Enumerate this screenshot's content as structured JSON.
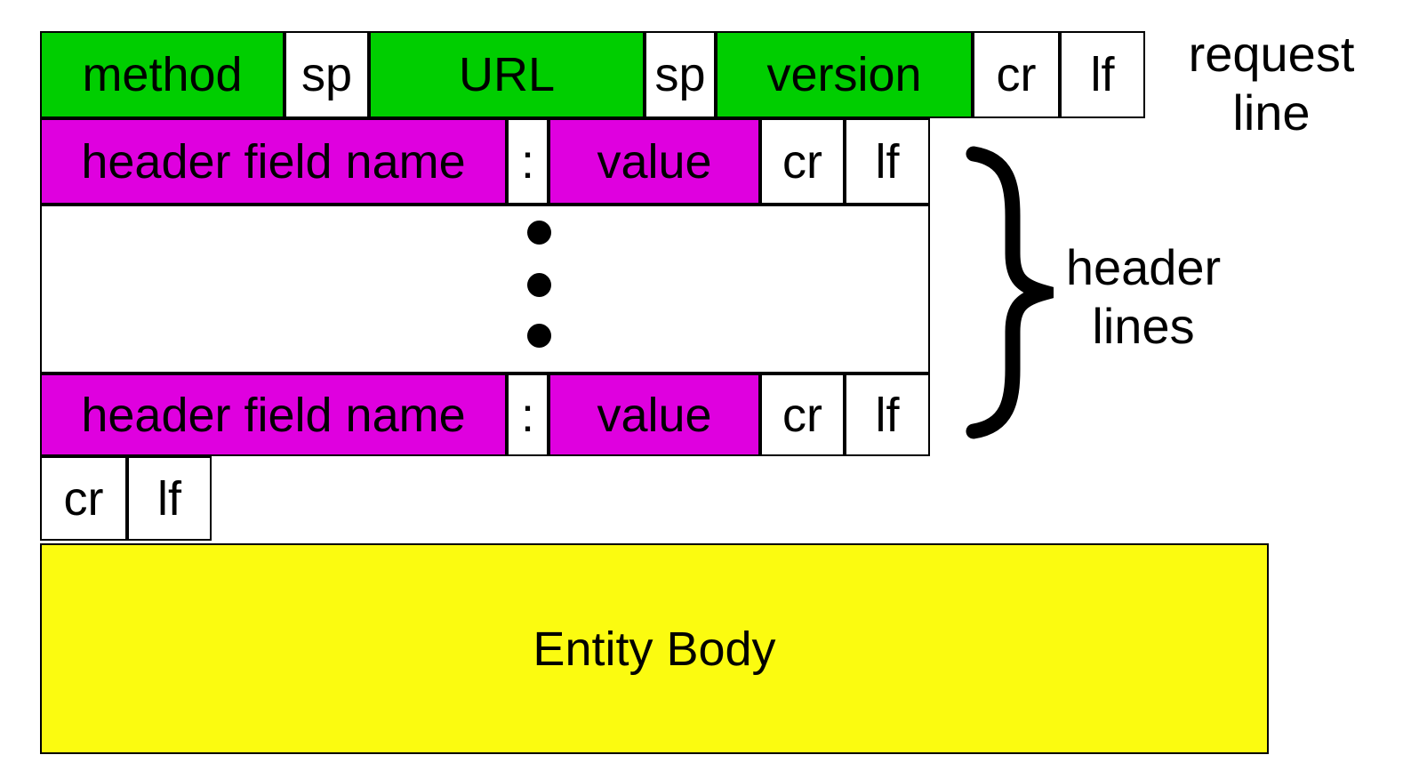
{
  "colors": {
    "green": "#00CE00",
    "magenta": "#DF00DF",
    "yellow": "#FBFB10",
    "white": "#FFFFFF",
    "border": "#000000",
    "text": "#000000"
  },
  "request_line": {
    "boxes": [
      {
        "label": "method",
        "fill": "green"
      },
      {
        "label": "sp",
        "fill": "white"
      },
      {
        "label": "URL",
        "fill": "green"
      },
      {
        "label": "sp",
        "fill": "white"
      },
      {
        "label": "version",
        "fill": "green"
      },
      {
        "label": "cr",
        "fill": "white"
      },
      {
        "label": "lf",
        "fill": "white"
      }
    ],
    "side_label_line1": "request",
    "side_label_line2": "line"
  },
  "header_line_first": {
    "boxes": [
      {
        "label": "header field name",
        "fill": "magenta"
      },
      {
        "label": ":",
        "fill": "white"
      },
      {
        "label": "value",
        "fill": "magenta"
      },
      {
        "label": "cr",
        "fill": "white"
      },
      {
        "label": "lf",
        "fill": "white"
      }
    ]
  },
  "ellipsis": {
    "dot_count": 3
  },
  "header_line_last": {
    "boxes": [
      {
        "label": "header field name",
        "fill": "magenta"
      },
      {
        "label": ":",
        "fill": "white"
      },
      {
        "label": "value",
        "fill": "magenta"
      },
      {
        "label": "cr",
        "fill": "white"
      },
      {
        "label": "lf",
        "fill": "white"
      }
    ]
  },
  "header_lines_label": {
    "side_label_line1": "header",
    "side_label_line2": "lines"
  },
  "blank_line": {
    "boxes": [
      {
        "label": "cr",
        "fill": "white"
      },
      {
        "label": "lf",
        "fill": "white"
      }
    ]
  },
  "entity_body": {
    "label": "Entity Body",
    "fill": "yellow"
  }
}
